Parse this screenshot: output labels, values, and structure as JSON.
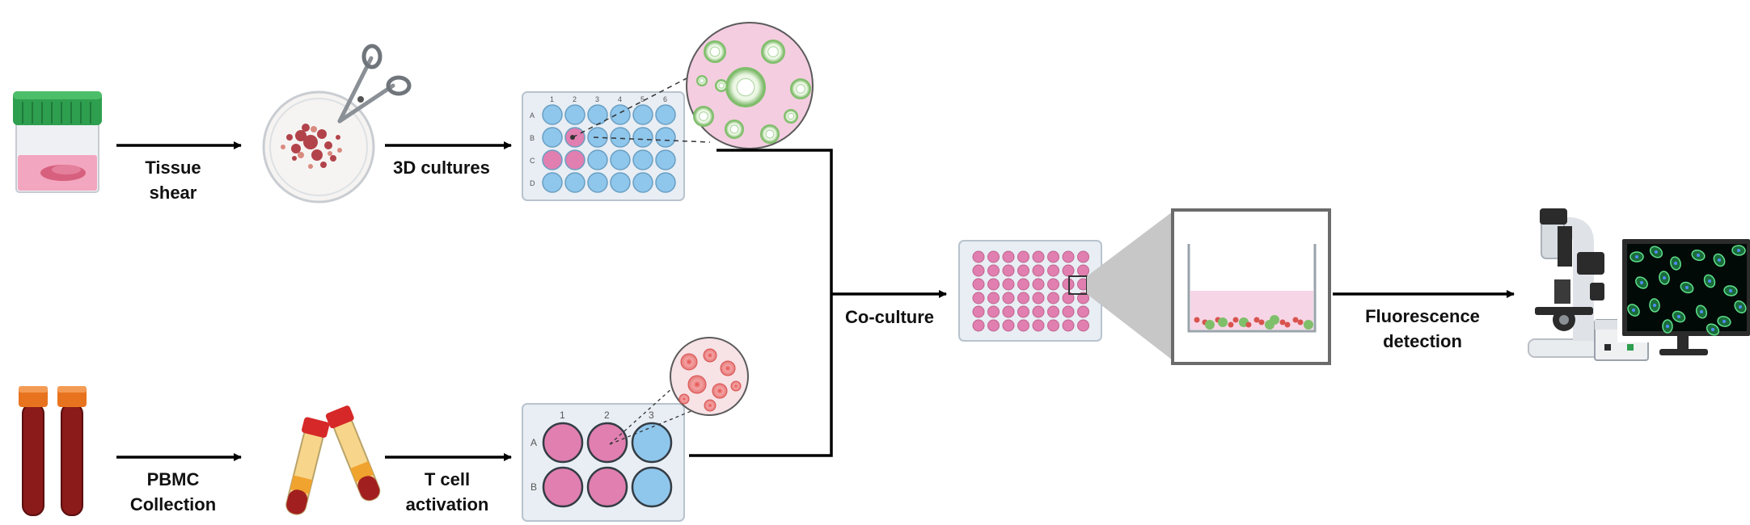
{
  "steps": {
    "tissue_shear": [
      "Tissue",
      "shear"
    ],
    "cultures_3d": [
      "3D cultures"
    ],
    "pbmc_collection": [
      "PBMC",
      "Collection"
    ],
    "t_cell_activation": [
      "T cell",
      "activation"
    ],
    "co_culture": [
      "Co-culture"
    ],
    "fluorescence_detection": [
      "Fluorescence",
      "detection"
    ]
  },
  "plate_24": {
    "row_labels": [
      "A",
      "B",
      "C",
      "D"
    ],
    "col_labels": [
      "1",
      "2",
      "3",
      "4",
      "5",
      "6"
    ]
  },
  "plate_6": {
    "row_labels": [
      "A",
      "B"
    ],
    "col_labels": [
      "1",
      "2",
      "3"
    ]
  },
  "colors": {
    "organoid_pink": "#e07fb0",
    "well_blue": "#8fc6ec",
    "tcell_red": "#d9534f",
    "organoid_green": "#7fbf6a",
    "jar_lid_green": "#2e9e4f",
    "blood_red": "#8b1a1a",
    "tube_cap_orange": "#e8731f",
    "tube_cap_red": "#d62828",
    "arrow": "#000000"
  },
  "icons": [
    "specimen-jar-icon",
    "petri-dish-icon",
    "scissors-icon",
    "well-plate-icon",
    "blood-tube-icon",
    "microscope-icon",
    "monitor-icon"
  ]
}
